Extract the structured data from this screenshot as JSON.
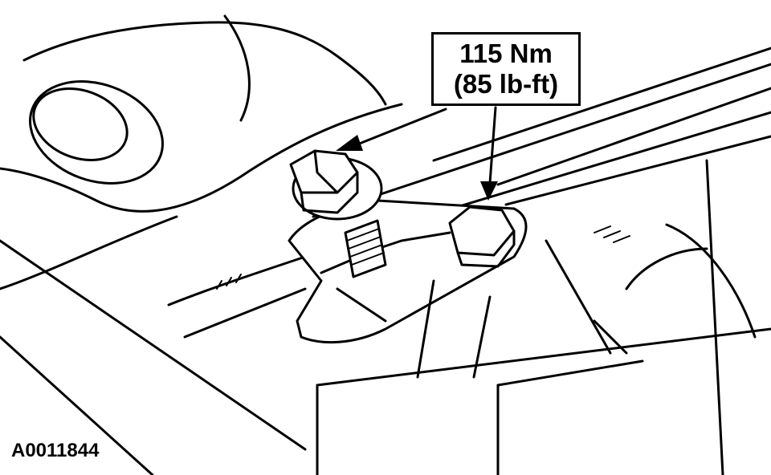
{
  "callout": {
    "torque_metric": "115 Nm",
    "torque_imperial": "(85 lb-ft)"
  },
  "figure_id": "A0011844"
}
